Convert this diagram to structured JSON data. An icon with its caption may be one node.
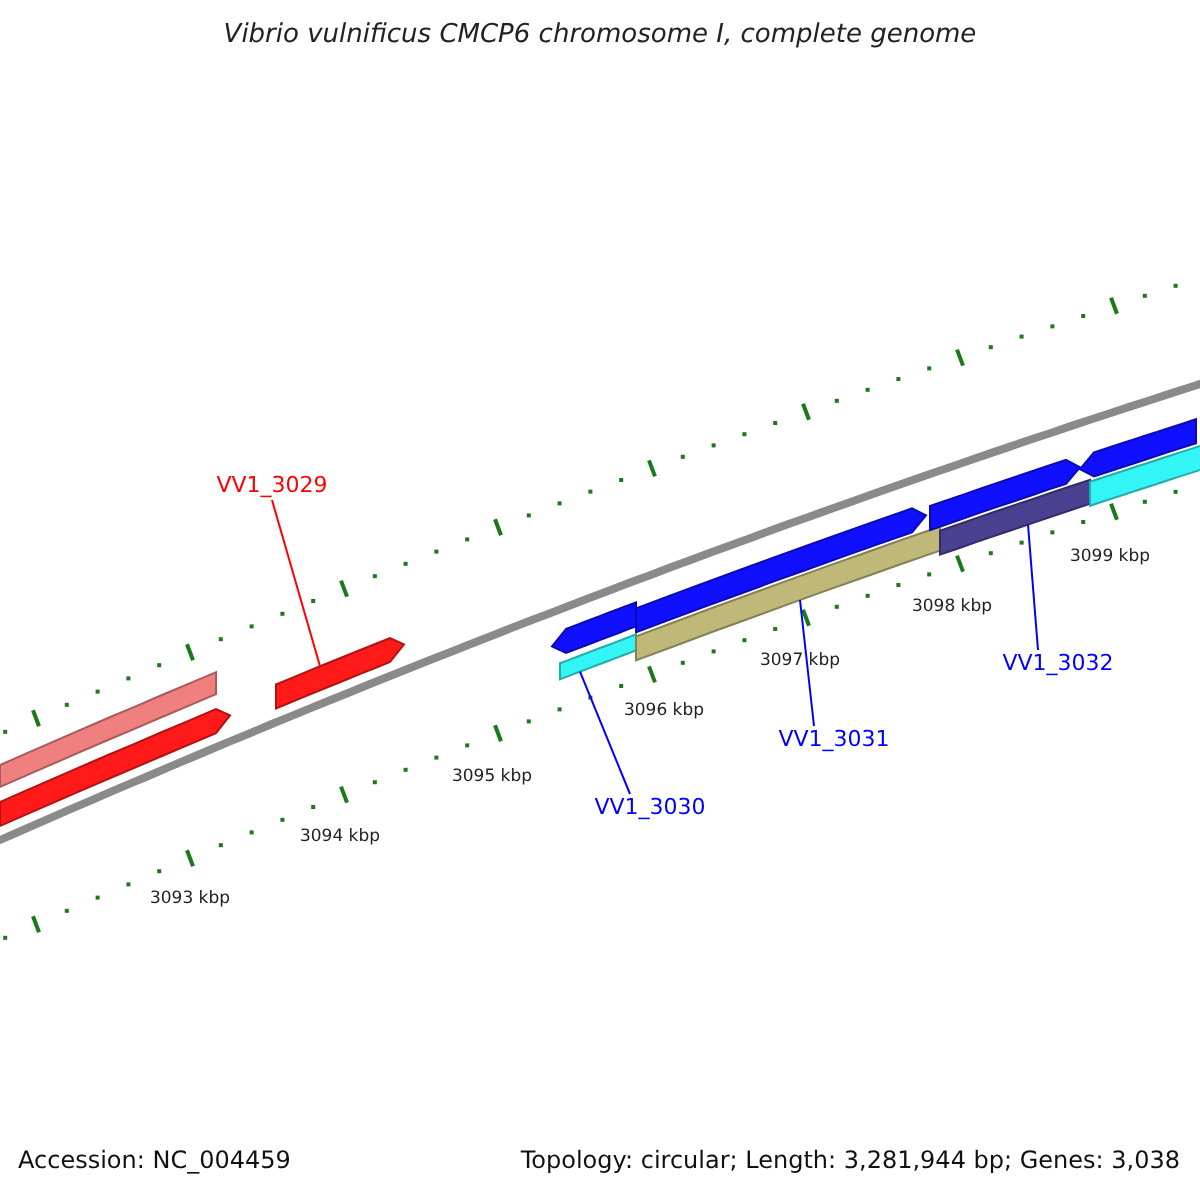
{
  "diagram": {
    "title": "Vibrio vulnificus CMCP6 chromosome I, complete genome",
    "nodes": [
      {
        "text": [
          "VV1_3029"
        ]
      },
      {
        "text": [],
        "shape": "bar"
      },
      {
        "text": [],
        "shape": "arrow"
      },
      {
        "text": [],
        "shape": "arrow"
      },
      {
        "text": [],
        "shape": "arrow"
      },
      {
        "text": [],
        "shape": "bar"
      },
      {
        "text": [],
        "shape": "arrow"
      },
      {
        "text": [],
        "shape": "bar"
      },
      {
        "text": [],
        "shape": "arrow"
      },
      {
        "text": [],
        "shape": "bar"
      },
      {
        "text": [],
        "shape": "arrow"
      },
      {
        "text": [],
        "shape": "bar"
      },
      {
        "text": [
          "VV1_3030"
        ]
      },
      {
        "text": [
          "VV1_3031"
        ]
      },
      {
        "text": [
          "VV1_3032"
        ]
      }
    ],
    "edges": [
      {
        "from": 0,
        "to": 3,
        "arrow": "none",
        "color": "#ff0000"
      },
      {
        "from": 12,
        "to": 5,
        "arrow": "none"
      },
      {
        "from": 13,
        "to": 7,
        "arrow": "none"
      },
      {
        "from": 14,
        "to": 9,
        "arrow": "none"
      }
    ],
    "labels": [
      "3093 kbp",
      "3094 kbp",
      "3095 kbp",
      "3096 kbp",
      "3097 kbp",
      "3098 kbp",
      "3099 kbp",
      "Accession: NC_004459",
      "Topology: circular; Length: 3,281,944 bp; Genes: 3,038"
    ]
  }
}
